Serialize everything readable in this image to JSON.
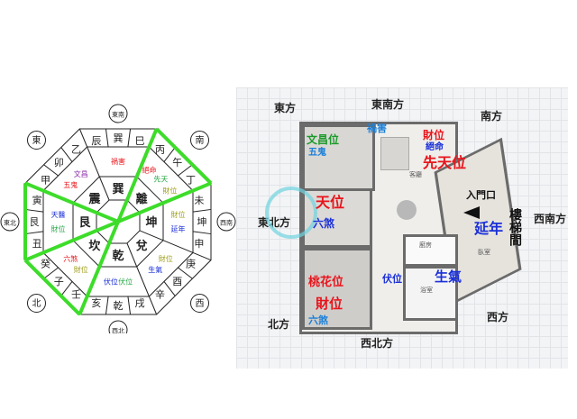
{
  "bagua": {
    "directions": [
      "東南",
      "南",
      "西南",
      "西",
      "西北",
      "北",
      "東北",
      "東"
    ],
    "mountains": [
      [
        "辰",
        "巽",
        "巳"
      ],
      [
        "丙",
        "午",
        "丁"
      ],
      [
        "未",
        "坤",
        "申"
      ],
      [
        "庚",
        "酉",
        "辛"
      ],
      [
        "戌",
        "乾",
        "亥"
      ],
      [
        "壬",
        "子",
        "癸"
      ],
      [
        "丑",
        "艮",
        "寅"
      ],
      [
        "甲",
        "卯",
        "乙"
      ]
    ],
    "trigrams": [
      "巽",
      "離",
      "坤",
      "兌",
      "乾",
      "坎",
      "艮",
      "震"
    ],
    "stars": [
      [
        {
          "t": "禍害",
          "c": "#e8141b"
        }
      ],
      [
        {
          "t": "絕命",
          "c": "#e8141b"
        },
        {
          "t": "先天",
          "c": "#2aa84a"
        },
        {
          "t": "財位",
          "c": "#a0a020"
        }
      ],
      [
        {
          "t": "財位",
          "c": "#a0a020"
        },
        {
          "t": "延年",
          "c": "#1a2fd8"
        }
      ],
      [
        {
          "t": "財位",
          "c": "#a0a020"
        },
        {
          "t": "生氣",
          "c": "#1a2fd8"
        }
      ],
      [
        {
          "t": "伏位",
          "c": "#2aa84a"
        },
        {
          "t": "伏位",
          "c": "#1a2fd8"
        }
      ],
      [
        {
          "t": "財位",
          "c": "#a0a020"
        },
        {
          "t": "六煞",
          "c": "#e8141b"
        }
      ],
      [
        {
          "t": "財位",
          "c": "#2aa84a"
        },
        {
          "t": "天醫",
          "c": "#1a2fd8"
        }
      ],
      [
        {
          "t": "五鬼",
          "c": "#e8141b"
        },
        {
          "t": "文昌",
          "c": "#8a2aa8"
        }
      ]
    ],
    "highlight_color": "#3ddc2a"
  },
  "plan": {
    "directions": {
      "east": "東方",
      "southeast": "東南方",
      "south": "南方",
      "southwest": "西南方",
      "west": "西方",
      "northwest": "西北方",
      "north": "北方",
      "northeast": "東北方"
    },
    "labels": {
      "wenchang": "文昌位",
      "wugui": "五鬼",
      "huohai": "禍害",
      "caiwei1": "財位",
      "jueming": "絕命",
      "xiantian": "先天位",
      "living": "客廳",
      "tianyi": "天位",
      "liusha1": "六煞",
      "entrance": "入門口",
      "yannian": "延年",
      "stairs": "樓梯間",
      "kitchen": "廚房",
      "bedroom": "臥室",
      "fuwei": "伏位",
      "shengqi": "生氣",
      "bath": "浴室",
      "taohua": "桃花位",
      "caiwei2": "財位",
      "liusha2": "六煞"
    }
  }
}
